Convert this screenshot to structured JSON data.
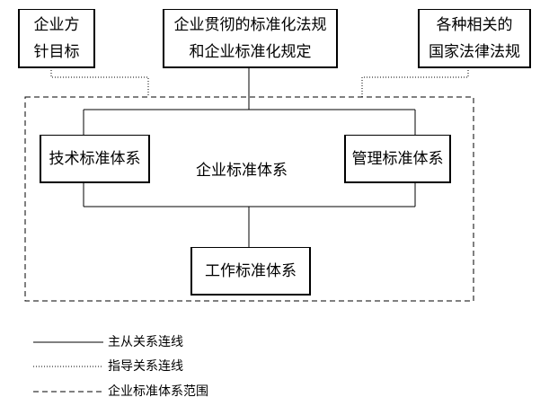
{
  "boxes": {
    "policy": [
      "企业方",
      "针目标"
    ],
    "regulations": [
      "企业贯彻的标准化法规",
      "和企业标准化规定"
    ],
    "national_laws": [
      "各种相关的",
      "国家法律法规"
    ],
    "technical": "技术标准体系",
    "management": "管理标准体系",
    "work": "工作标准体系"
  },
  "system_label": "企业标准体系",
  "legend": [
    {
      "style": "solid",
      "label": "主从关系连线"
    },
    {
      "style": "dotted",
      "label": "指导关系连线"
    },
    {
      "style": "dashed",
      "label": "企业标准体系范围"
    }
  ]
}
